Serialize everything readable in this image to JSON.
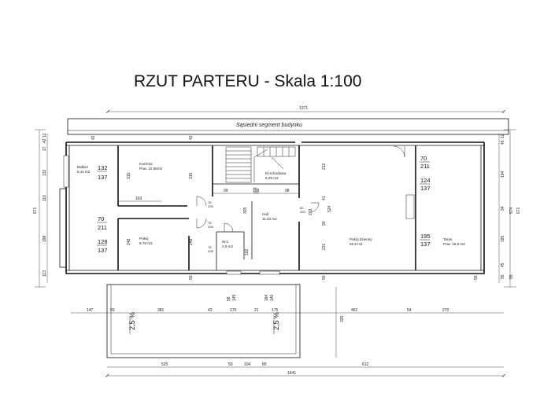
{
  "title": "RZUT PARTERU - Skala 1:100",
  "adjacent_label": "Sąsiedni segment budynku",
  "rooms": [
    {
      "id": "balkon",
      "name": "Balkon",
      "area": "6,11 m2"
    },
    {
      "id": "kuchnia",
      "name": "Kuchnia",
      "area": "Pow. 12,55m2"
    },
    {
      "id": "klatka",
      "name": "Kl.schodowa",
      "area": "6,29 m2"
    },
    {
      "id": "hall",
      "name": "Hall",
      "area": "11,02 m2"
    },
    {
      "id": "pokoj",
      "name": "Pokój",
      "area": "9,78 m2"
    },
    {
      "id": "wc",
      "name": "W.C",
      "area": "2,9 m2"
    },
    {
      "id": "dzienny",
      "name": "Pokój dzienny",
      "area": "26,5 m2"
    },
    {
      "id": "taras",
      "name": "Taras",
      "area": "Pow. 15,5 m2"
    }
  ],
  "openings": {
    "balkon_window": [
      "132",
      "137"
    ],
    "balkon_door": [
      "70",
      "211"
    ],
    "pokoj_window": [
      "128",
      "137"
    ],
    "taras_door": [
      "70",
      "211"
    ],
    "taras_window_1": [
      "124",
      "137"
    ],
    "taras_window_2": [
      "195",
      "137"
    ],
    "door_kuchnia": [
      "78",
      "208"
    ],
    "door_pokoj": [
      "78",
      "208"
    ],
    "door_wc": [
      "78",
      "208"
    ],
    "door_hall": [
      "80",
      "200"
    ],
    "door_klatka": [
      "60",
      "200"
    ]
  },
  "dims": {
    "overall_top": "1371",
    "overall_bottom": "1641",
    "front_row": [
      "147",
      "55",
      "381",
      "43",
      "170",
      "21",
      "175",
      "462",
      "54",
      "270"
    ],
    "terrace_row": [
      "525",
      "50",
      "104",
      "80",
      "612"
    ],
    "interior": [
      "163",
      "99",
      "168",
      "98",
      "41",
      "203",
      "212",
      "231",
      "315",
      "315",
      "248",
      "248",
      "162",
      "55",
      "55",
      "55",
      "42",
      "42",
      "325",
      "58",
      "145",
      "140",
      "184",
      "90",
      "524"
    ],
    "left_column": [
      "42",
      "12",
      "27",
      "132",
      "116",
      "671",
      "198",
      "113"
    ],
    "right_column": [
      "45",
      "12",
      "194",
      "574",
      "671",
      "94",
      "185",
      "45",
      "55",
      "55"
    ]
  },
  "slopes": [
    "2,5 %",
    "2,5 %"
  ]
}
